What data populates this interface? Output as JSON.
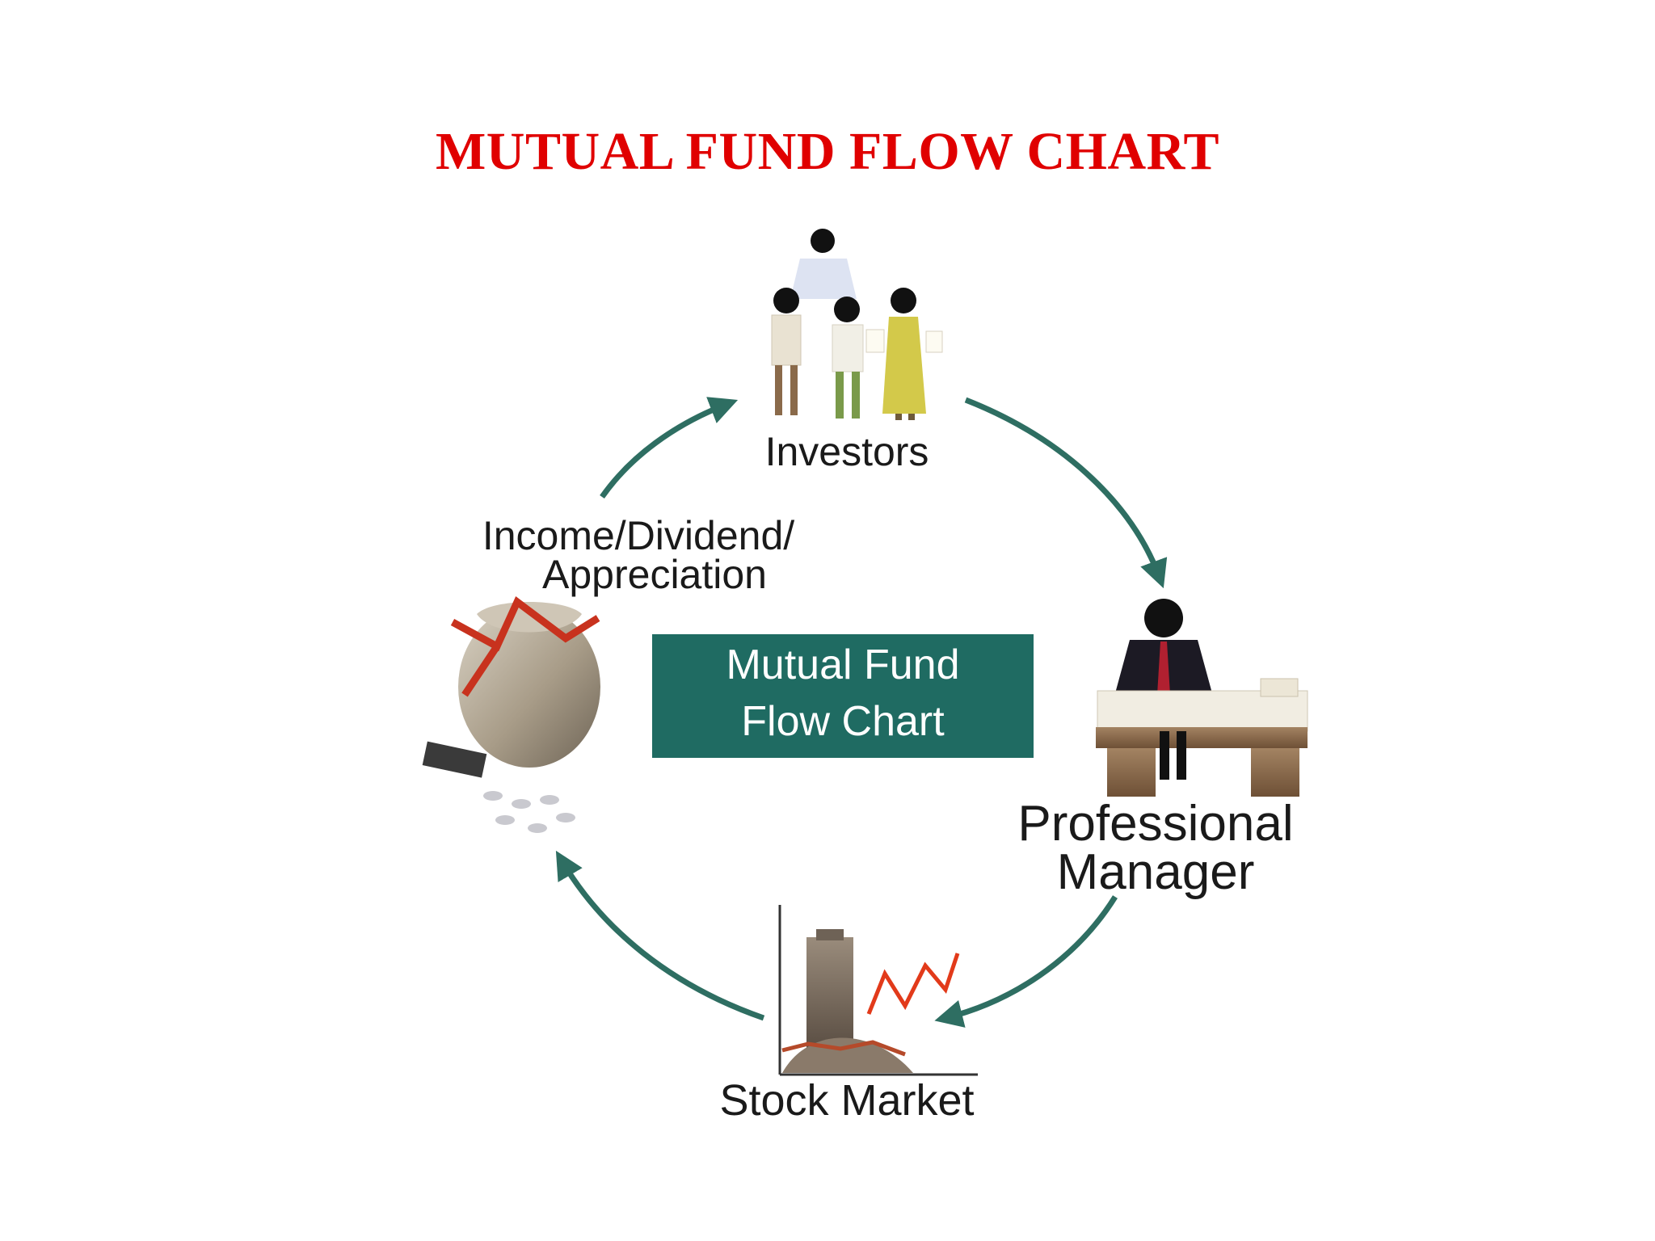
{
  "title": "MUTUAL FUND FLOW CHART",
  "colors": {
    "title": "#e00000",
    "center_box": "#1f6b62",
    "arrow": "#2e6e62"
  },
  "center": {
    "line1": "Mutual Fund",
    "line2": "Flow Chart"
  },
  "nodes": {
    "investors": {
      "label": "Investors",
      "icon": "group-of-people-icon"
    },
    "manager": {
      "line1": "Professional",
      "line2": "Manager",
      "icon": "manager-at-desk-icon"
    },
    "market": {
      "label": "Stock Market",
      "icon": "stock-exchange-chart-icon"
    },
    "income": {
      "line1": "Income/Dividend/",
      "line2": "Appreciation",
      "icon": "money-bag-icon"
    }
  }
}
